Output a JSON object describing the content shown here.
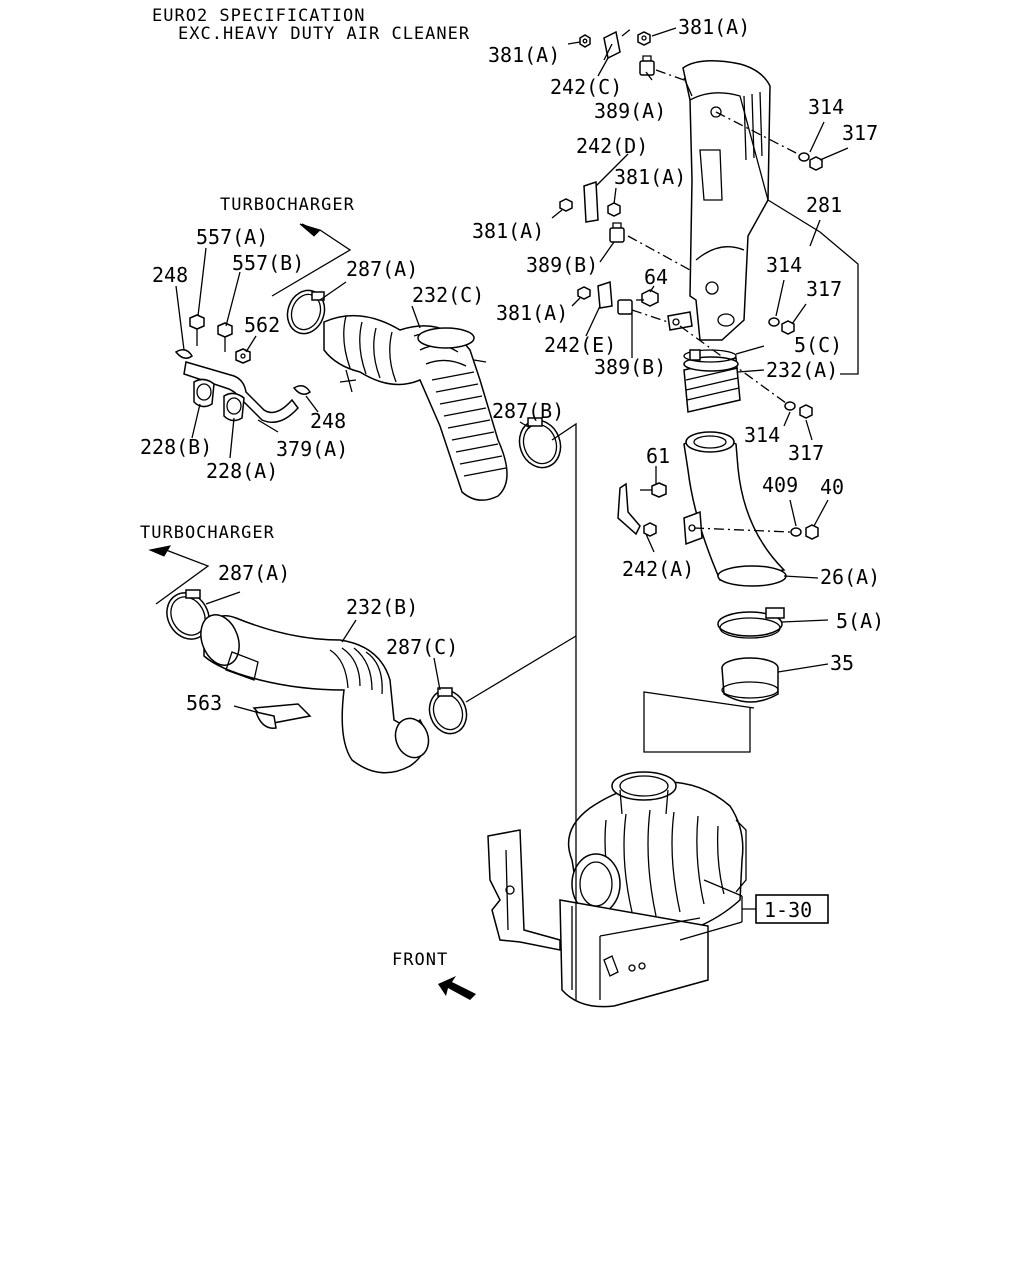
{
  "header": {
    "line1": "EURO2 SPECIFICATION",
    "line2": "EXC.HEAVY DUTY AIR CLEANER"
  },
  "direction_labels": {
    "turbo_top": "TURBOCHARGER",
    "turbo_mid": "TURBOCHARGER",
    "front": "FRONT"
  },
  "reference_box": "1-30",
  "callouts": {
    "c381a_1": "381(A)",
    "c381a_2": "381(A)",
    "c242c": "242(C)",
    "c389a": "389(A)",
    "c314_1": "314",
    "c317_1": "317",
    "c242d": "242(D)",
    "c381a_3": "381(A)",
    "c381a_4": "381(A)",
    "c281": "281",
    "c389b_1": "389(B)",
    "c64": "64",
    "c314_2": "314",
    "c317_2": "317",
    "c381a_5": "381(A)",
    "c242e": "242(E)",
    "c5c": "5(C)",
    "c389b_2": "389(B)",
    "c232a": "232(A)",
    "c314_3": "314",
    "c317_3": "317",
    "c61": "61",
    "c409": "409",
    "c40": "40",
    "c242a": "242(A)",
    "c26a": "26(A)",
    "c5a": "5(A)",
    "c35": "35",
    "c557a": "557(A)",
    "c557b": "557(B)",
    "c248_1": "248",
    "c287a_1": "287(A)",
    "c232c": "232(C)",
    "c562": "562",
    "c248_2": "248",
    "c287b": "287(B)",
    "c228b": "228(B)",
    "c379a": "379(A)",
    "c228a": "228(A)",
    "c287a_2": "287(A)",
    "c232b": "232(B)",
    "c287c": "287(C)",
    "c563": "563"
  }
}
